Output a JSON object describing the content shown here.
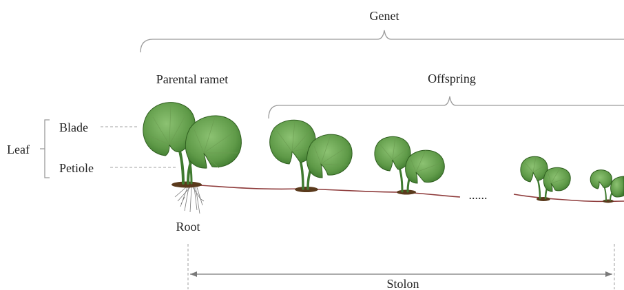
{
  "labels": {
    "genet": "Genet",
    "parental_ramet": "Parental ramet",
    "offspring": "Offspring",
    "leaf": "Leaf",
    "blade": "Blade",
    "petiole": "Petiole",
    "root": "Root",
    "stolon": "Stolon",
    "ellipsis": "......"
  },
  "colors": {
    "blade_fill": "#6fa858",
    "blade_edge": "#2f5f1f",
    "stem": "#3f7a2f",
    "stolon": "#8e3b3b",
    "soil": "#5a3a1c",
    "annotation": "#9a9a9a"
  }
}
